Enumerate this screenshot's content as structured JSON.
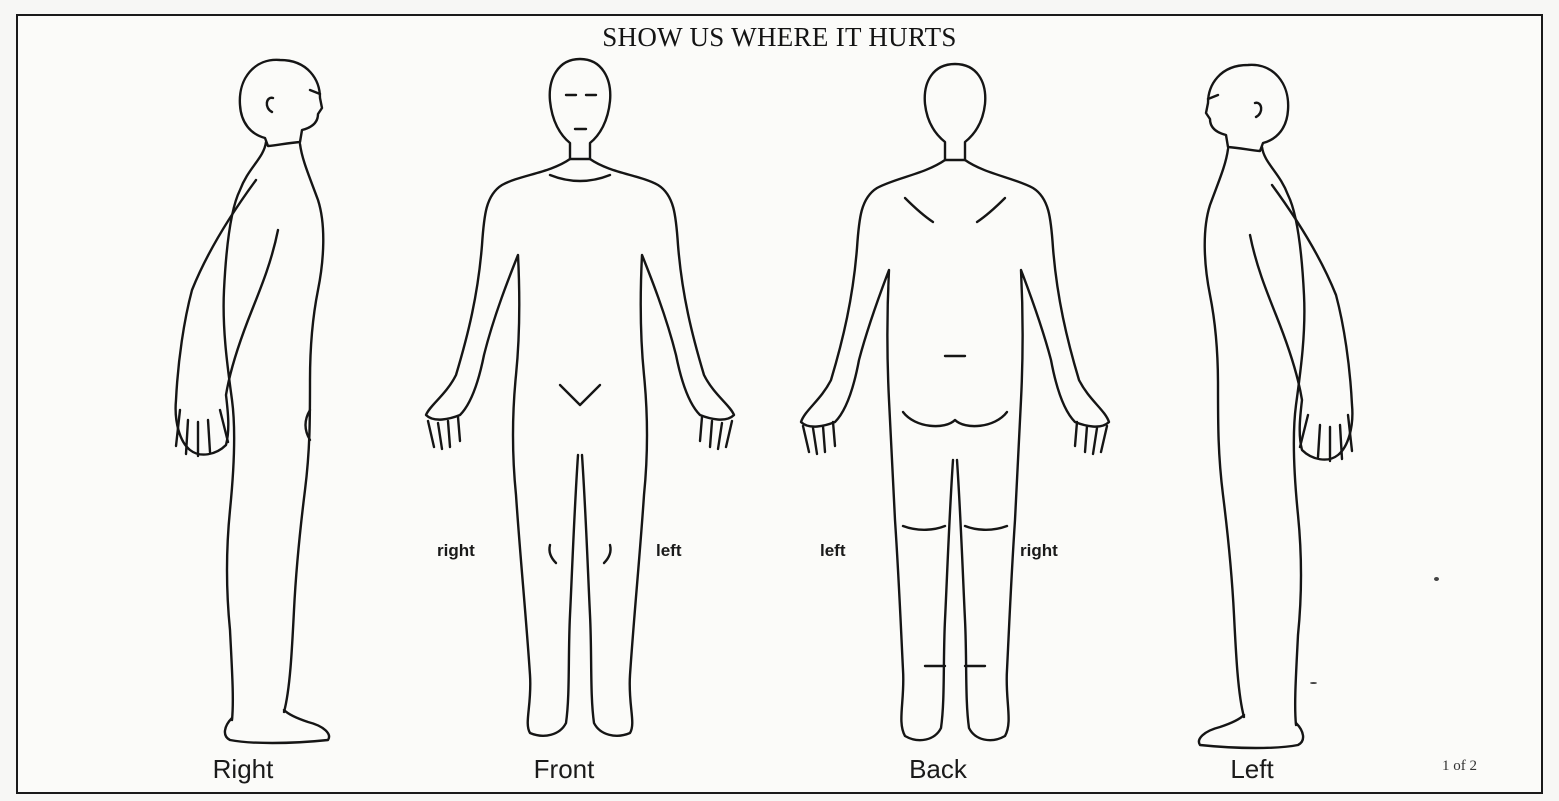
{
  "title": "SHOW US WHERE IT HURTS",
  "views": {
    "right": "Right",
    "front": "Front",
    "back": "Back",
    "left": "Left"
  },
  "front_sides": {
    "right": "right",
    "left": "left"
  },
  "back_sides": {
    "left": "left",
    "right": "right"
  },
  "page_number": "1 of 2",
  "colors": {
    "line": "#151515",
    "paper": "#fbfbf9"
  }
}
